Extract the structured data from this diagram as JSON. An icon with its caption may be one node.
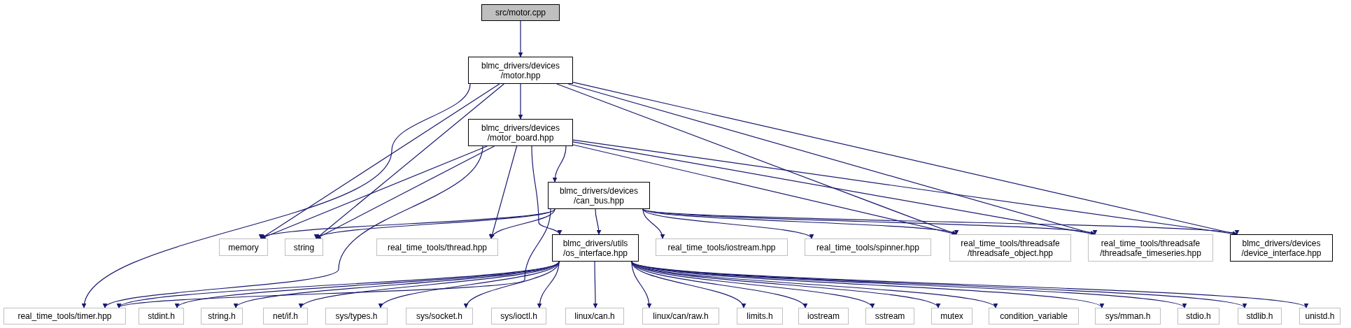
{
  "diagram": {
    "nodes": [
      {
        "text": [
          "src/motor.cpp"
        ]
      },
      {
        "text": [
          "blmc_drivers/devices /motor.hpp"
        ]
      },
      {
        "text": [
          "blmc_drivers/devices /motor_board.hpp"
        ]
      },
      {
        "text": [
          "blmc_drivers/devices /can_bus.hpp"
        ]
      },
      {
        "text": [
          "memory"
        ]
      },
      {
        "text": [
          "string"
        ]
      },
      {
        "text": [
          "real_time_tools/thread.hpp"
        ]
      },
      {
        "text": [
          "blmc_drivers/utils /os_interface.hpp"
        ]
      },
      {
        "text": [
          "real_time_tools/iostream.hpp"
        ]
      },
      {
        "text": [
          "real_time_tools/spinner.hpp"
        ]
      },
      {
        "text": [
          "real_time_tools/threadsafe /threadsafe_object.hpp"
        ]
      },
      {
        "text": [
          "real_time_tools/threadsafe /threadsafe_timeseries.hpp"
        ]
      },
      {
        "text": [
          "blmc_drivers/devices /device_interface.hpp"
        ]
      },
      {
        "text": [
          "real_time_tools/timer.hpp"
        ]
      },
      {
        "text": [
          "stdint.h"
        ]
      },
      {
        "text": [
          "string.h"
        ]
      },
      {
        "text": [
          "net/if.h"
        ]
      },
      {
        "text": [
          "sys/types.h"
        ]
      },
      {
        "text": [
          "sys/socket.h"
        ]
      },
      {
        "text": [
          "sys/ioctl.h"
        ]
      },
      {
        "text": [
          "linux/can.h"
        ]
      },
      {
        "text": [
          "linux/can/raw.h"
        ]
      },
      {
        "text": [
          "limits.h"
        ]
      },
      {
        "text": [
          "iostream"
        ]
      },
      {
        "text": [
          "sstream"
        ]
      },
      {
        "text": [
          "mutex"
        ]
      },
      {
        "text": [
          "condition_variable"
        ]
      },
      {
        "text": [
          "sys/mman.h"
        ]
      },
      {
        "text": [
          "stdio.h"
        ]
      },
      {
        "text": [
          "stdlib.h"
        ]
      },
      {
        "text": [
          "unistd.h"
        ]
      }
    ],
    "edges": [
      {
        "from": 0,
        "to": 1,
        "arrow": "to"
      },
      {
        "from": 1,
        "to": 2,
        "arrow": "to"
      },
      {
        "from": 1,
        "to": 4,
        "arrow": "to"
      },
      {
        "from": 1,
        "to": 5,
        "arrow": "to"
      },
      {
        "from": 1,
        "to": 13,
        "arrow": "to"
      },
      {
        "from": 1,
        "to": 10,
        "arrow": "to"
      },
      {
        "from": 1,
        "to": 11,
        "arrow": "to"
      },
      {
        "from": 1,
        "to": 12,
        "arrow": "to"
      },
      {
        "from": 2,
        "to": 3,
        "arrow": "to"
      },
      {
        "from": 2,
        "to": 4,
        "arrow": "to"
      },
      {
        "from": 2,
        "to": 5,
        "arrow": "to"
      },
      {
        "from": 2,
        "to": 6,
        "arrow": "to"
      },
      {
        "from": 2,
        "to": 7,
        "arrow": "to"
      },
      {
        "from": 2,
        "to": 13,
        "arrow": "to"
      },
      {
        "from": 2,
        "to": 10,
        "arrow": "to"
      },
      {
        "from": 2,
        "to": 11,
        "arrow": "to"
      },
      {
        "from": 2,
        "to": 12,
        "arrow": "to"
      },
      {
        "from": 3,
        "to": 4,
        "arrow": "to"
      },
      {
        "from": 3,
        "to": 5,
        "arrow": "to"
      },
      {
        "from": 3,
        "to": 6,
        "arrow": "to"
      },
      {
        "from": 3,
        "to": 7,
        "arrow": "to"
      },
      {
        "from": 3,
        "to": 8,
        "arrow": "to"
      },
      {
        "from": 3,
        "to": 9,
        "arrow": "to"
      },
      {
        "from": 3,
        "to": 10,
        "arrow": "to"
      },
      {
        "from": 3,
        "to": 11,
        "arrow": "to"
      },
      {
        "from": 3,
        "to": 12,
        "arrow": "to"
      },
      {
        "from": 3,
        "to": 13,
        "arrow": "to"
      },
      {
        "from": 7,
        "to": 13,
        "arrow": "to"
      },
      {
        "from": 7,
        "to": 14,
        "arrow": "to"
      },
      {
        "from": 7,
        "to": 15,
        "arrow": "to"
      },
      {
        "from": 7,
        "to": 16,
        "arrow": "to"
      },
      {
        "from": 7,
        "to": 17,
        "arrow": "to"
      },
      {
        "from": 7,
        "to": 18,
        "arrow": "to"
      },
      {
        "from": 7,
        "to": 19,
        "arrow": "to"
      },
      {
        "from": 7,
        "to": 20,
        "arrow": "to"
      },
      {
        "from": 7,
        "to": 21,
        "arrow": "to"
      },
      {
        "from": 7,
        "to": 22,
        "arrow": "to"
      },
      {
        "from": 7,
        "to": 23,
        "arrow": "to"
      },
      {
        "from": 7,
        "to": 24,
        "arrow": "to"
      },
      {
        "from": 7,
        "to": 25,
        "arrow": "to"
      },
      {
        "from": 7,
        "to": 26,
        "arrow": "to"
      },
      {
        "from": 7,
        "to": 27,
        "arrow": "to"
      },
      {
        "from": 7,
        "to": 28,
        "arrow": "to"
      },
      {
        "from": 7,
        "to": 29,
        "arrow": "to"
      },
      {
        "from": 7,
        "to": 30,
        "arrow": "to"
      }
    ]
  }
}
